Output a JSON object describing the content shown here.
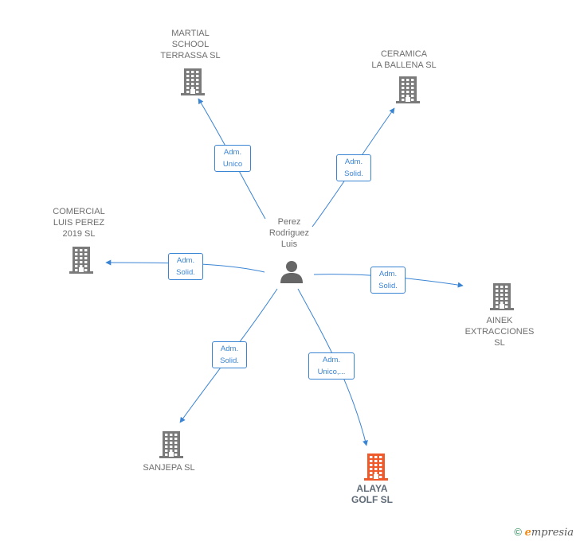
{
  "center": {
    "label": "Perez\nRodriguez\nLuis"
  },
  "companies": [
    {
      "id": "martial",
      "label": "MARTIAL\nSCHOOL\nTERRASSA  SL",
      "highlight": false
    },
    {
      "id": "ceramica",
      "label": "CERAMICA\nLA BALLENA SL",
      "highlight": false
    },
    {
      "id": "comercial",
      "label": "COMERCIAL\nLUIS PEREZ\n2019  SL",
      "highlight": false
    },
    {
      "id": "ainek",
      "label": "AINEK\nEXTRACCIONES\nSL",
      "highlight": false
    },
    {
      "id": "sanjepa",
      "label": "SANJEPA SL",
      "highlight": false
    },
    {
      "id": "alaya",
      "label": "ALAYA\nGOLF  SL",
      "highlight": true
    }
  ],
  "edges": [
    {
      "to": "martial",
      "label": "Adm.\nUnico"
    },
    {
      "to": "ceramica",
      "label": "Adm.\nSolid."
    },
    {
      "to": "comercial",
      "label": "Adm.\nSolid."
    },
    {
      "to": "ainek",
      "label": "Adm.\nSolid."
    },
    {
      "to": "sanjepa",
      "label": "Adm.\nSolid."
    },
    {
      "to": "alaya",
      "label": "Adm.\nUnico,..."
    }
  ],
  "colors": {
    "edge": "#3a84d4",
    "building": "#7a7a7a",
    "highlight": "#f0592a",
    "person": "#666666"
  },
  "footer": {
    "copyright": "©",
    "brand_initial": "e",
    "brand_rest": "mpresia"
  }
}
